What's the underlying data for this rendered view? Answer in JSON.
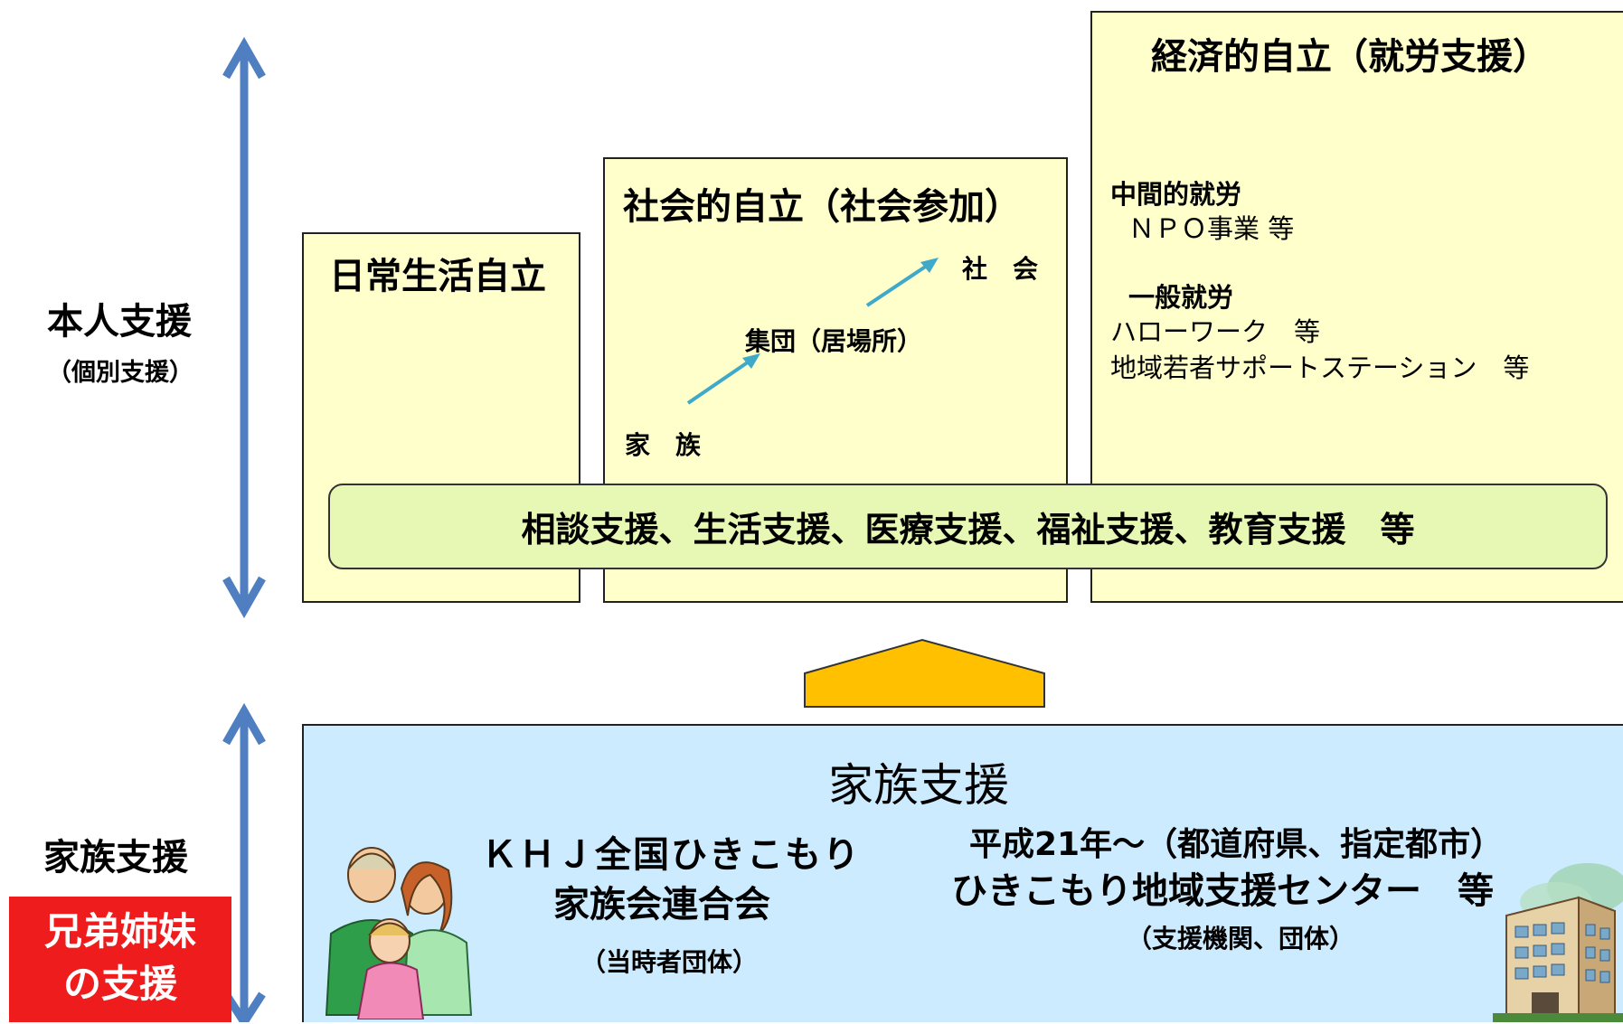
{
  "left_labels": {
    "person_support": "本人支援",
    "person_support_sub": "（個別支援）",
    "family_support": "家族支援",
    "sibling_support_line1": "兄弟姉妹",
    "sibling_support_line2": "の支援"
  },
  "boxes": {
    "daily": {
      "title": "日常生活自立"
    },
    "social": {
      "title": "社会的自立（社会参加）",
      "step1": "家　族",
      "step2": "集団（居場所）",
      "step3": "社　会"
    },
    "economic": {
      "title": "経済的自立（就労支援）",
      "intermediate_heading": "中間的就労",
      "intermediate_item": "ＮＰＯ事業 等",
      "general_heading": "一般就労",
      "general_item1": "ハローワーク　等",
      "general_item2": "地域若者サポートステーション　等"
    }
  },
  "common_support": "相談支援、生活支援、医療支援、福祉支援、教育支援　等",
  "family_box": {
    "title": "家族支援",
    "khj_line1": "ＫＨＪ全国ひきこもり",
    "khj_line2": "家族会連合会",
    "khj_sub": "（当時者団体）",
    "center_line1": "平成21年～（都道府県、指定都市）",
    "center_line2": "ひきこもり地域支援センター　等",
    "center_sub": "（支援機関、団体）"
  },
  "colors": {
    "yellow_box": "#ffffcc",
    "green_band": "#e6f8b4",
    "blue_panel": "#cdebff",
    "arrow_blue": "#4f7fc0",
    "step_arrow": "#3fa9c9",
    "up_arrow": "#ffc000",
    "red_label": "#ee1c1c"
  },
  "icons": [
    "family-illustration-icon",
    "building-illustration-icon"
  ]
}
